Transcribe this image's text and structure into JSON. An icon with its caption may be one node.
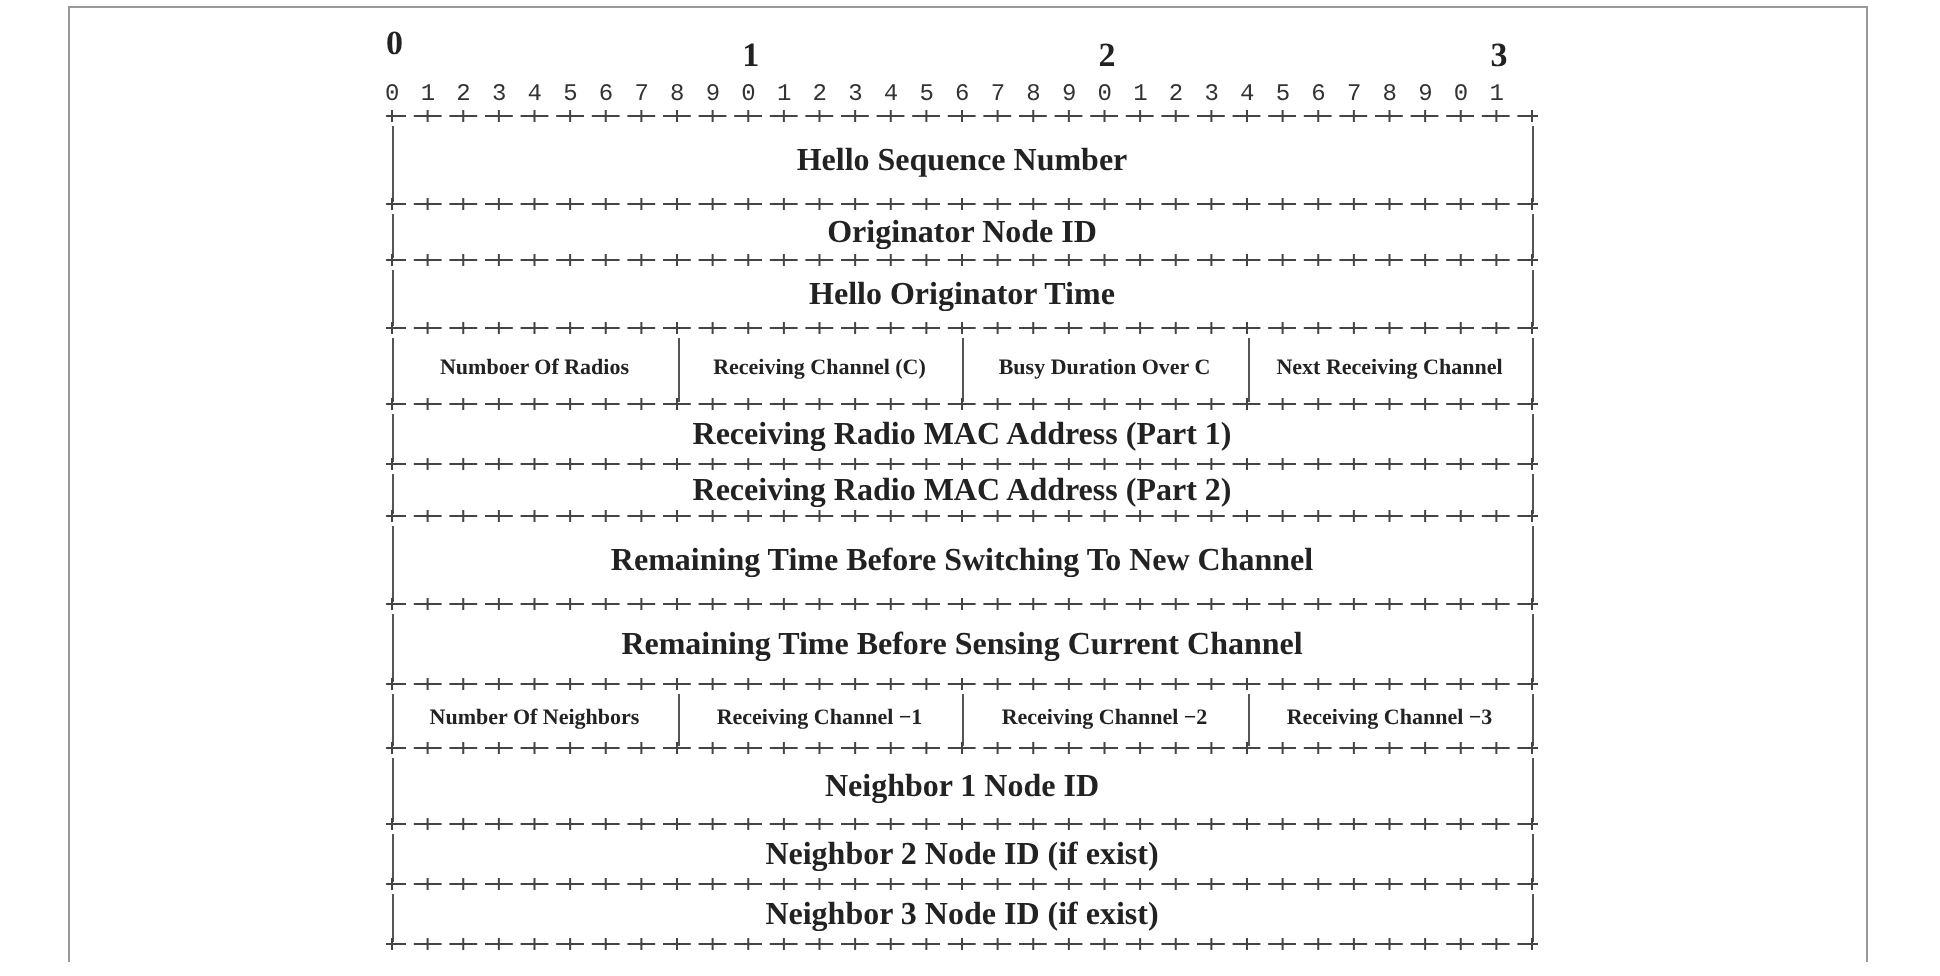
{
  "diagram": {
    "labels": [
      "0",
      "1",
      "2",
      "3",
      "0",
      "1",
      "2",
      "3",
      "4",
      "5",
      "6",
      "7",
      "8",
      "9",
      "0",
      "1",
      "2",
      "3",
      "4",
      "5",
      "6",
      "7",
      "8",
      "9",
      "0",
      "1",
      "2",
      "3",
      "4",
      "5",
      "6",
      "7",
      "8",
      "9",
      "0",
      "1",
      "Hello Sequence Number",
      "Originator Node ID",
      "Hello Originator Time",
      "Numboer Of Radios",
      "Receiving Channel (C)",
      "Busy Duration Over C",
      "Next Receiving Channel",
      "Receiving Radio MAC Address (Part 1)",
      "Receiving Radio MAC Address (Part 2)",
      "Remaining Time Before Switching To New Channel",
      "Remaining Time Before Sensing Current Channel",
      "Number Of Neighbors",
      "Receiving Channel −1",
      "Receiving Channel −2",
      "Receiving Channel −3",
      "Neighbor 1 Node ID",
      "Neighbor 2 Node ID (if exist)",
      "Neighbor 3 Node ID (if exist)"
    ]
  }
}
